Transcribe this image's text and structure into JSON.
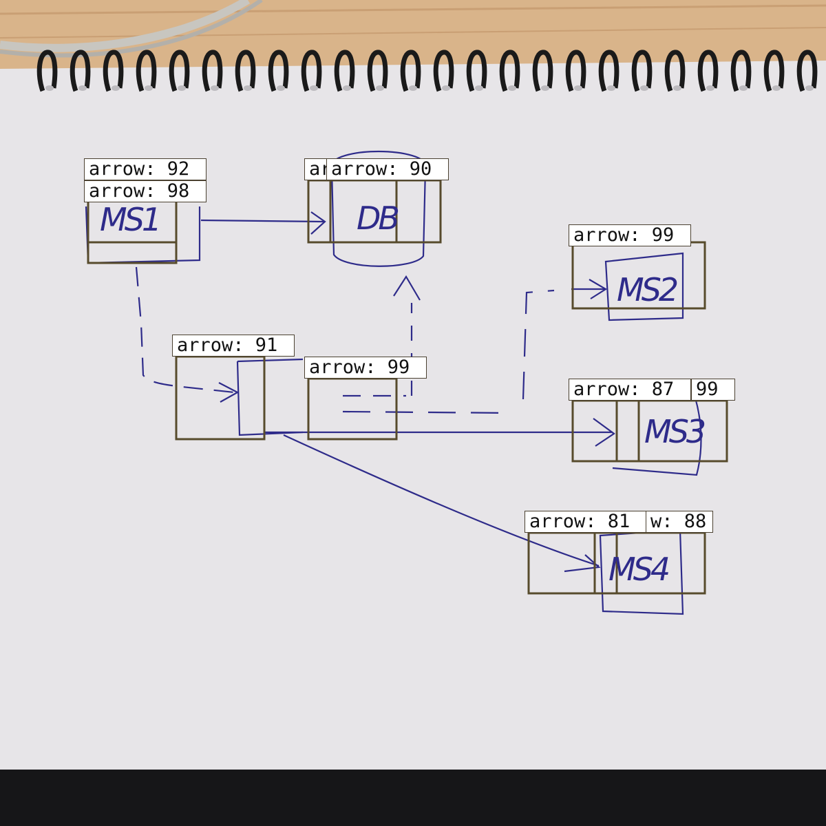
{
  "photo": {
    "desk_color": "#d9b48a",
    "paper_color": "#e7e5e8",
    "ink_color": "#2e2b8a",
    "box_color": "#574b2c",
    "bottom_color": "#161618"
  },
  "handwritten": {
    "ms1": "MS1",
    "db": "DB",
    "ms2": "MS2",
    "ms3": "MS3",
    "ms4": "MS4"
  },
  "detections": [
    {
      "label": "arrow: 92"
    },
    {
      "label": "arrow: 98"
    },
    {
      "label": "ar"
    },
    {
      "label": "arrow: 90"
    },
    {
      "label": "arrow: 99"
    },
    {
      "label": "arrow: 91"
    },
    {
      "label": "arrow: 99"
    },
    {
      "label": "arrow: 87"
    },
    {
      "label": "99"
    },
    {
      "label": "arrow: 81"
    },
    {
      "label": "w: 88"
    }
  ]
}
